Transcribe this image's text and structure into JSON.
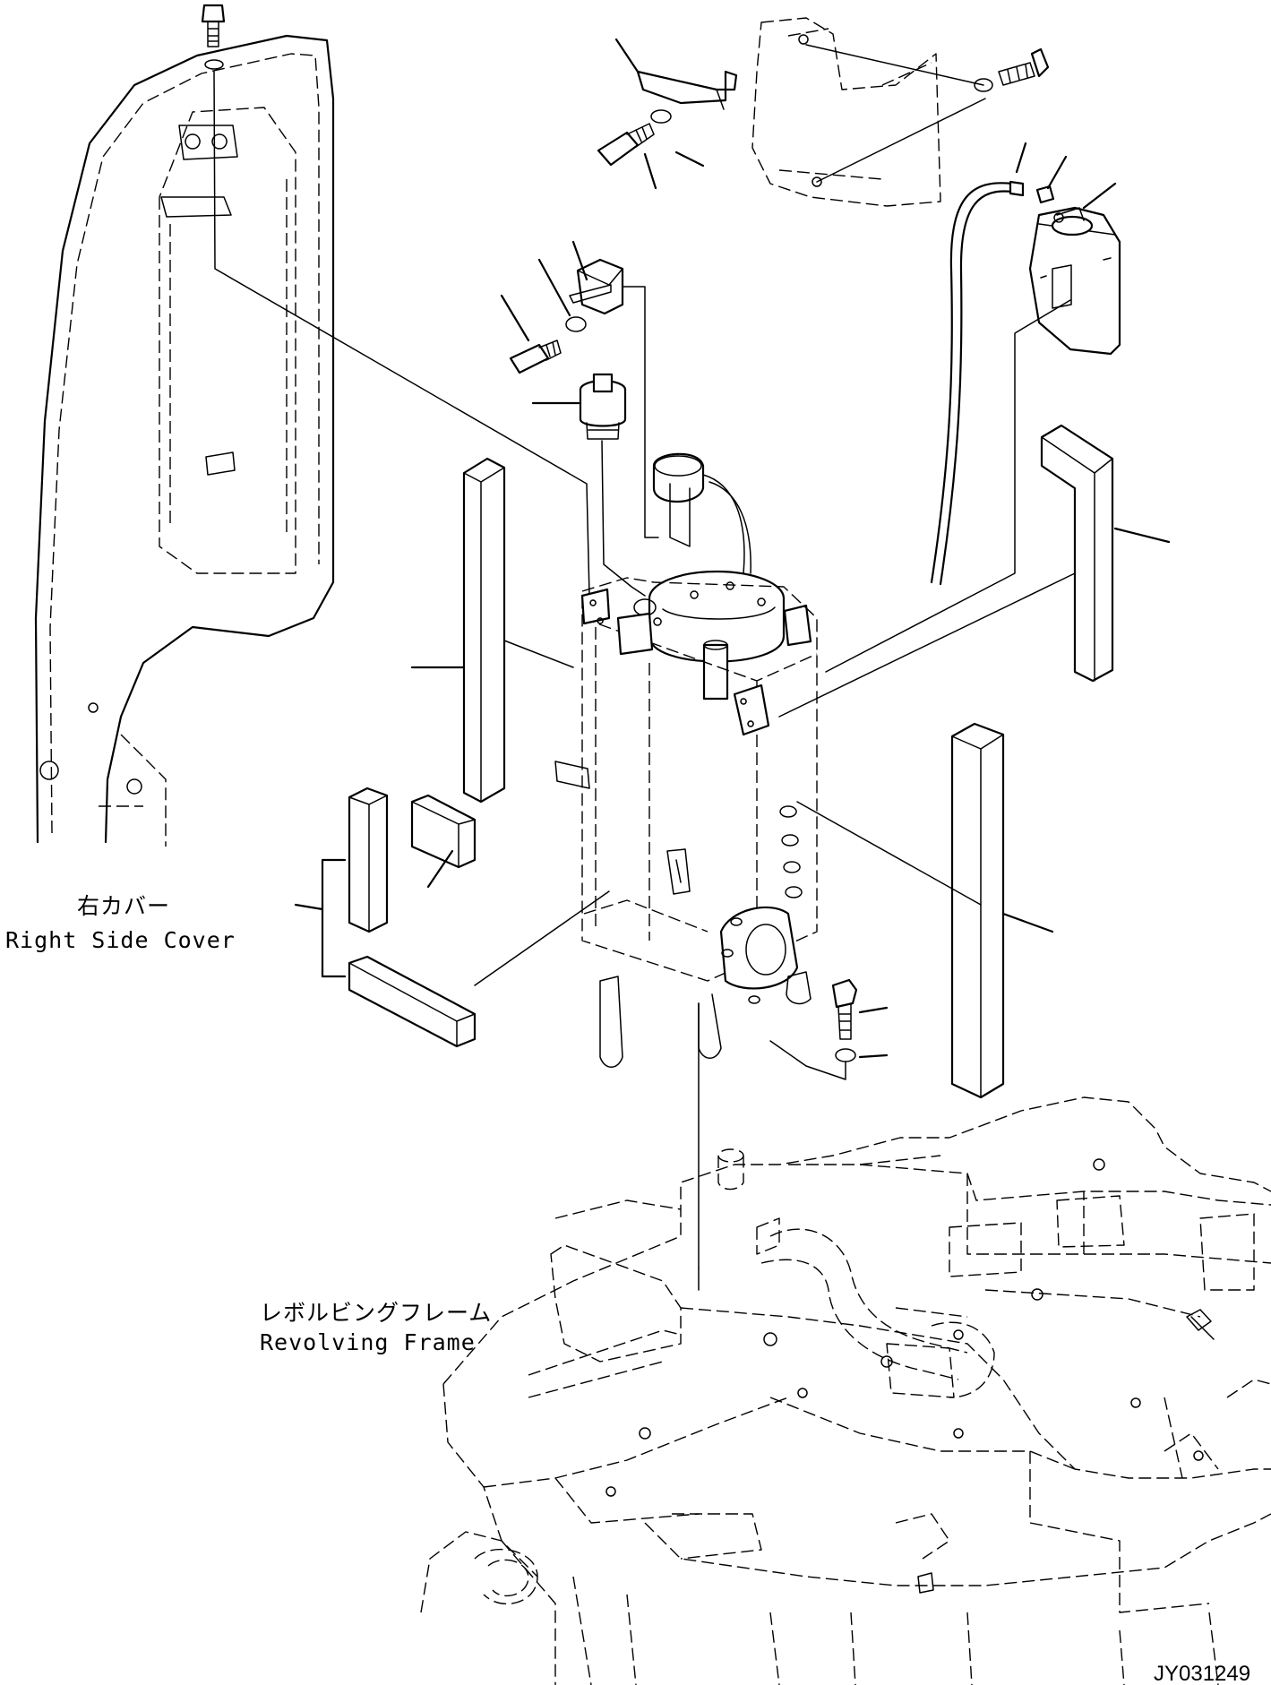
{
  "labels": {
    "right_side_cover_jp": "右カバー",
    "right_side_cover_en": "Right Side Cover",
    "revolving_frame_jp": "レボルビングフレーム",
    "revolving_frame_en": "Revolving Frame"
  },
  "drawing_code": "JY031249",
  "colors": {
    "line": "#000000",
    "background": "#ffffff"
  }
}
